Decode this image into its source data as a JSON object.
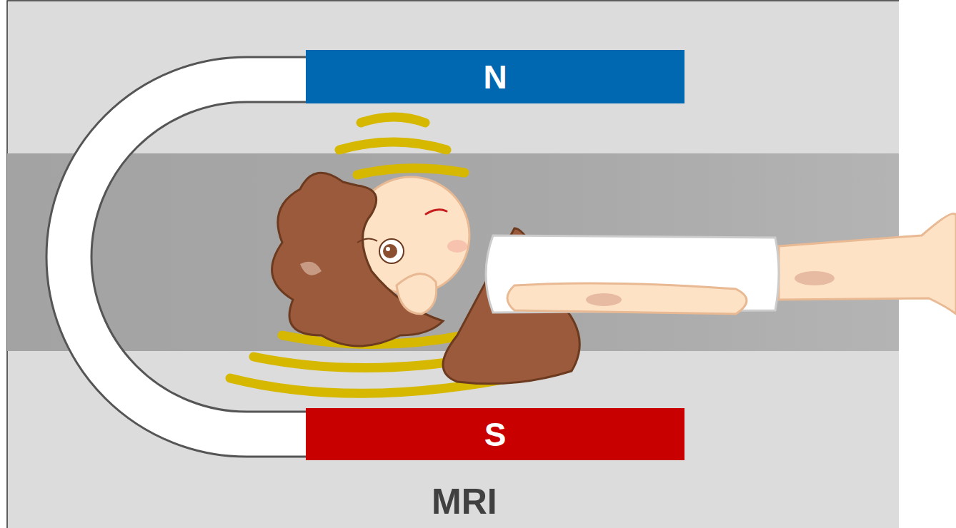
{
  "diagram": {
    "nodes": [
      {
        "text": [
          "N"
        ]
      },
      {
        "text": [
          "S"
        ]
      }
    ],
    "labels": [
      "MRI"
    ]
  }
}
